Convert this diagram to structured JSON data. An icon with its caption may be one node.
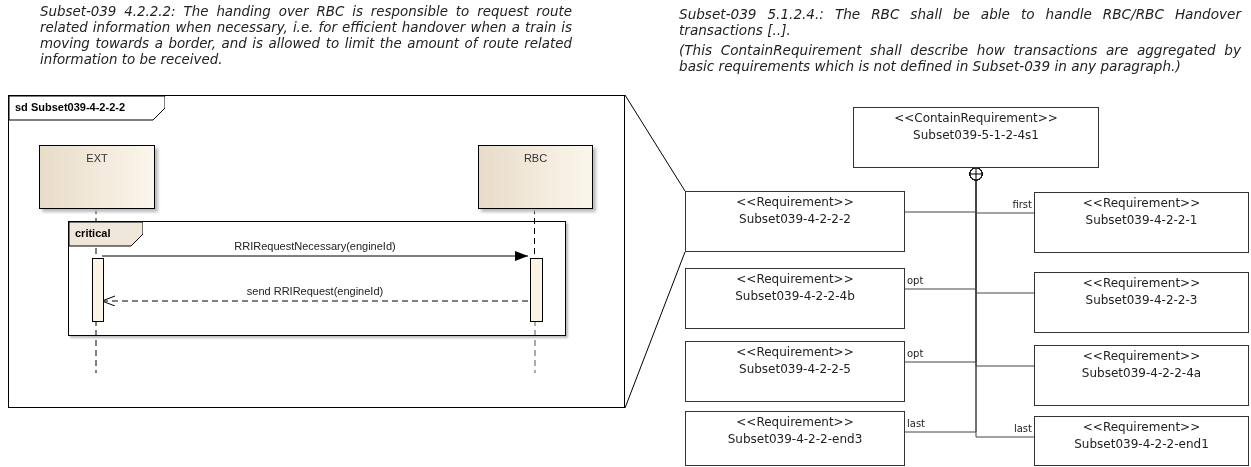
{
  "diagram": {
    "nodes": [
      {
        "text": [
          "sd Subset039-4-2-2-2"
        ]
      },
      {
        "text": [
          "EXT"
        ],
        "in": 0
      },
      {
        "text": [
          "RBC"
        ],
        "in": 0
      },
      {
        "text": [
          "critical"
        ],
        "in": 0
      },
      {
        "text": [],
        "shape": "bar",
        "in": 3
      },
      {
        "text": [],
        "shape": "bar",
        "in": 3
      },
      {
        "text": [
          "<<ContainRequirement>>",
          "Subset039-5-1-2-4s1"
        ]
      },
      {
        "text": [
          "<<Requirement>>",
          "Subset039-4-2-2-2"
        ]
      },
      {
        "text": [
          "<<Requirement>>",
          "Subset039-4-2-2-1"
        ]
      },
      {
        "text": [
          "<<Requirement>>",
          "Subset039-4-2-2-4b"
        ]
      },
      {
        "text": [
          "<<Requirement>>",
          "Subset039-4-2-2-3"
        ]
      },
      {
        "text": [
          "<<Requirement>>",
          "Subset039-4-2-2-5"
        ]
      },
      {
        "text": [
          "<<Requirement>>",
          "Subset039-4-2-2-4a"
        ]
      },
      {
        "text": [
          "<<Requirement>>",
          "Subset039-4-2-2-end3"
        ]
      },
      {
        "text": [
          "<<Requirement>>",
          "Subset039-4-2-2-end1"
        ]
      }
    ],
    "edges": [
      {
        "from": 4,
        "to": 5,
        "arrow": "to",
        "label": "RRIRequestNecessary(engineId)"
      },
      {
        "from": 5,
        "to": 4,
        "arrow": "to",
        "style": "dashed",
        "label": "send RRIRequest(engineId)"
      },
      {
        "from": 1,
        "to": 4,
        "arrow": "none",
        "style": "dashed"
      },
      {
        "from": 2,
        "to": 5,
        "arrow": "none",
        "style": "dashed"
      },
      {
        "from": 0,
        "to": 7,
        "arrow": "none"
      },
      {
        "from": 0,
        "to": 7,
        "arrow": "none"
      },
      {
        "from": 6,
        "to": 7,
        "arrow": "other"
      },
      {
        "from": 6,
        "to": 8,
        "arrow": "other",
        "label": "first"
      },
      {
        "from": 6,
        "to": 9,
        "arrow": "other",
        "label": "opt"
      },
      {
        "from": 6,
        "to": 10,
        "arrow": "other"
      },
      {
        "from": 6,
        "to": 11,
        "arrow": "other",
        "label": "opt"
      },
      {
        "from": 6,
        "to": 12,
        "arrow": "other"
      },
      {
        "from": 6,
        "to": 13,
        "arrow": "other",
        "label": "last"
      },
      {
        "from": 6,
        "to": 14,
        "arrow": "other",
        "label": "last"
      }
    ],
    "labels": [
      "Subset-039 4.2.2.2: The handing over RBC is responsible to request route related information when necessary, i.e. for efficient handover when a train is moving towards a border, and is allowed to limit the amount of route related information to be received.",
      "Subset-039 5.1.2.4.: The RBC shall be able to handle RBC/RBC Handover transactions [..].",
      "(This ContainRequirement shall describe how transactions are aggregated by basic requirements which is not defined in Subset-039 in any paragraph.)"
    ]
  }
}
